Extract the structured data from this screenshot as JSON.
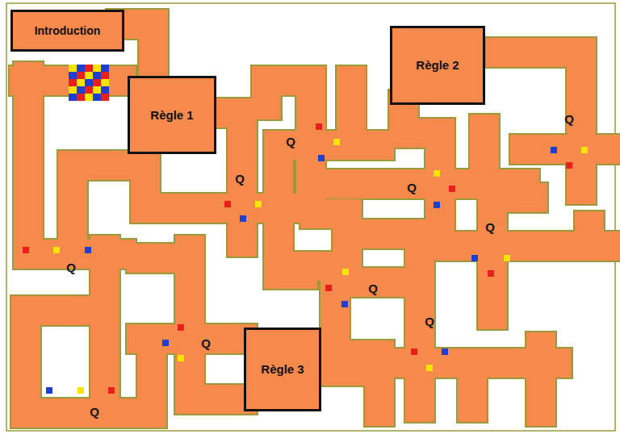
{
  "diagram": {
    "nodes": [
      {
        "text": [
          "Introduction"
        ]
      },
      {
        "text": [
          "Règle 1"
        ]
      },
      {
        "text": [
          "Règle 2"
        ]
      },
      {
        "text": [
          "Règle 3"
        ]
      }
    ],
    "labels": [
      "Q",
      "Q",
      "Q",
      "Q",
      "Q",
      "Q",
      "Q",
      "Q",
      "Q",
      "Q"
    ]
  }
}
